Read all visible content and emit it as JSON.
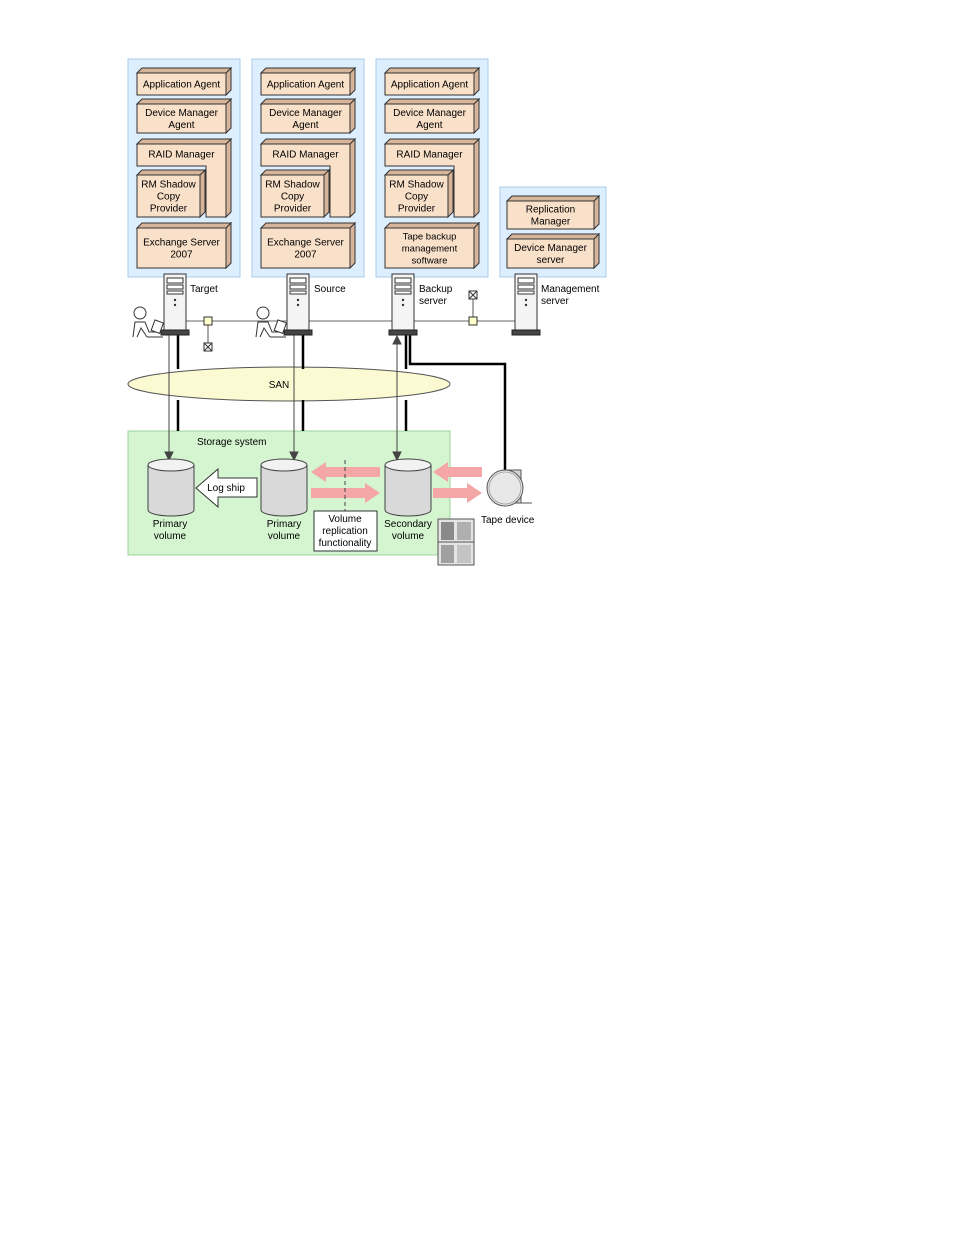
{
  "colors": {
    "software_panel": "#DDEEFF",
    "software_panel_border": "#A9CFEA",
    "component_face": "#F9E0C9",
    "component_side": "#D7B59A",
    "storage_area": "#D5F5D0",
    "storage_border": "#9BD49A",
    "san_ellipse": "#FBFAD2",
    "copy_arrow": "#F4A7A6",
    "connector": "#FFFFCC"
  },
  "target_stack": {
    "components": [
      "Application Agent",
      "Device Manager\nAgent",
      "RAID Manager",
      "RM Shadow\nCopy\nProvider",
      "Exchange Server\n2007"
    ]
  },
  "source_stack": {
    "components": [
      "Application Agent",
      "Device Manager\nAgent",
      "RAID Manager",
      "RM Shadow\nCopy\nProvider",
      "Exchange Server\n2007"
    ]
  },
  "backup_stack": {
    "components": [
      "Application Agent",
      "Device Manager\nAgent",
      "RAID Manager",
      "RM Shadow\nCopy\nProvider",
      "Tape backup\nmanagement\nsoftware"
    ]
  },
  "management_stack": {
    "components": [
      "Replication\nManager",
      "Device Manager\nserver"
    ]
  },
  "servers": {
    "target": "Target",
    "source": "Source",
    "backup": "Backup\nserver",
    "management": "Management\nserver"
  },
  "san_label": "SAN",
  "storage": {
    "title": "Storage system",
    "target_volume": "Primary\nvolume",
    "source_volume": "Primary\nvolume",
    "secondary_volume": "Secondary\nvolume",
    "log_ship": "Log ship",
    "replication": "Volume\nreplication\nfunctionality"
  },
  "tape_device": "Tape device"
}
